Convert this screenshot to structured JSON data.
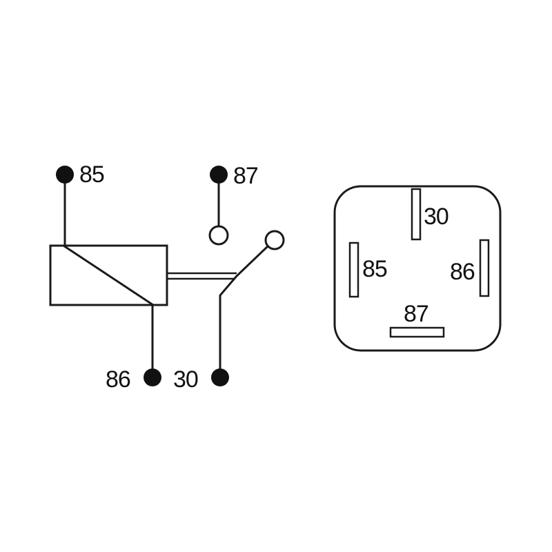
{
  "schematic": {
    "terminals": {
      "t85": "85",
      "t87": "87",
      "t86": "86",
      "t30": "30"
    }
  },
  "socket": {
    "pins": {
      "p30": "30",
      "p85": "85",
      "p86": "86",
      "p87": "87"
    }
  }
}
